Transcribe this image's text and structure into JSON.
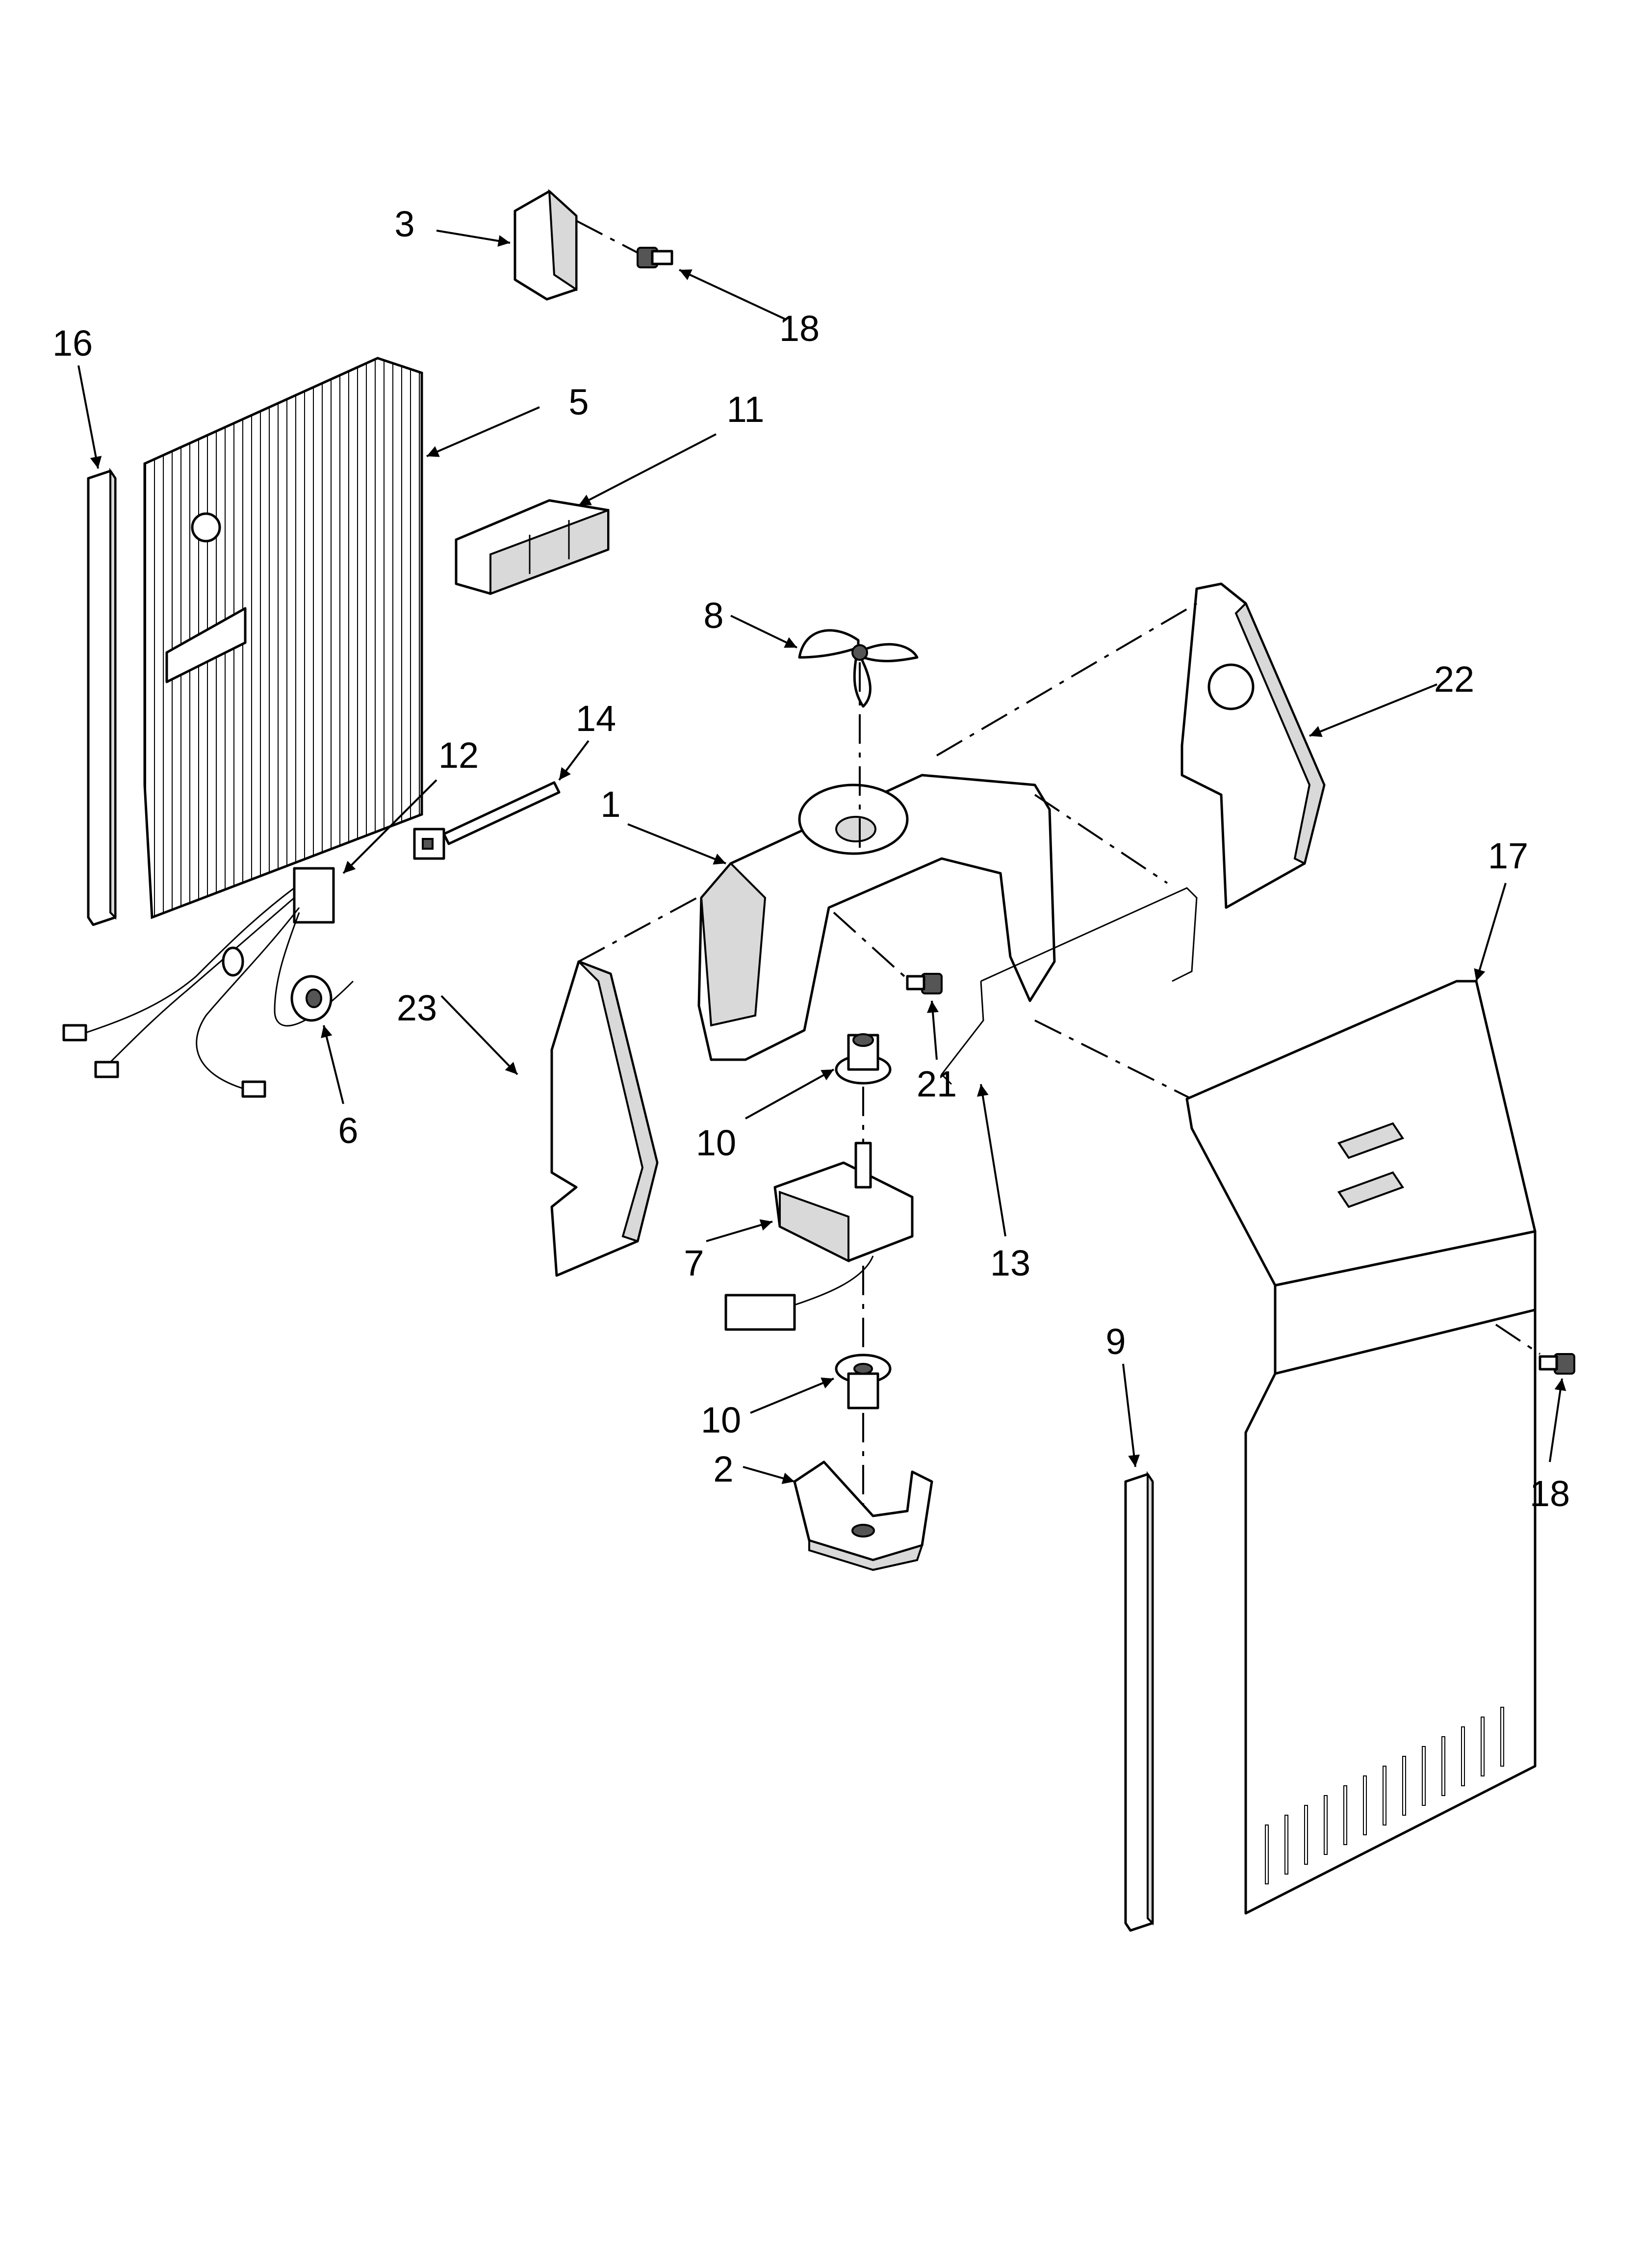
{
  "callouts": {
    "c1": "1",
    "c2": "2",
    "c3": "3",
    "c5": "5",
    "c6": "6",
    "c7": "7",
    "c8": "8",
    "c9": "9",
    "c10a": "10",
    "c10b": "10",
    "c11": "11",
    "c12": "12",
    "c13": "13",
    "c14": "14",
    "c16": "16",
    "c17": "17",
    "c18a": "18",
    "c18b": "18",
    "c21": "21",
    "c22": "22",
    "c23": "23"
  }
}
